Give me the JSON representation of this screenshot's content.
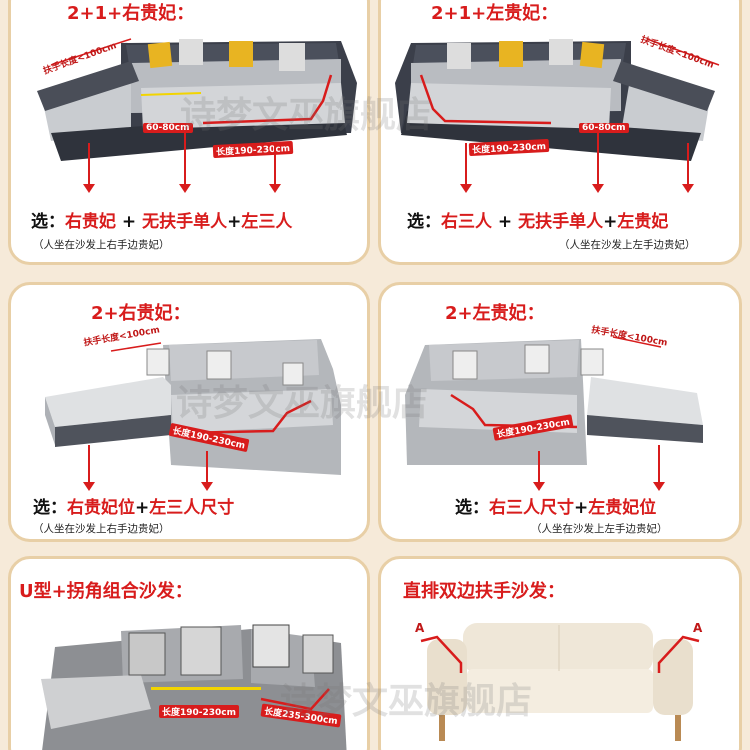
{
  "panels": {
    "p1": {
      "title": "2+1+右贵妃：",
      "dims": {
        "armrest": "扶手长度<100cm",
        "chaise": "60-80cm",
        "length": "长度190-230cm"
      },
      "select_prefix": "选：",
      "select_a": "右贵妃",
      "select_b": "无扶手单人",
      "select_c": "左三人",
      "plus": "+",
      "note": "（人坐在沙发上右手边贵妃）"
    },
    "p2": {
      "title": "2+1+左贵妃：",
      "dims": {
        "armrest": "扶手长度<100cm",
        "chaise": "60-80cm",
        "length": "长度190-230cm"
      },
      "select_prefix": "选：",
      "select_a": "右三人",
      "select_b": "无扶手单人",
      "select_c": "左贵妃",
      "plus": "+",
      "note": "（人坐在沙发上左手边贵妃）"
    },
    "p3": {
      "title": "2+右贵妃：",
      "dims": {
        "armrest": "扶手长度<100cm",
        "length": "长度190-230cm"
      },
      "select_prefix": "选：",
      "select_a": "右贵妃位",
      "select_b": "左三人尺寸",
      "plus": "+",
      "note": "（人坐在沙发上右手边贵妃）"
    },
    "p4": {
      "title": "2+左贵妃：",
      "dims": {
        "armrest": "扶手长度<100cm",
        "length": "长度190-230cm"
      },
      "select_prefix": "选：",
      "select_a": "右三人尺寸",
      "select_b": "左贵妃位",
      "plus": "+",
      "note": "（人坐在沙发上左手边贵妃）"
    },
    "p5": {
      "title": "U型+拐角组合沙发：",
      "dims": {
        "length1": "长度190-230cm",
        "length2": "长度235-300cm"
      }
    },
    "p6": {
      "title": "直排双边扶手沙发：",
      "marker_left": "A",
      "marker_right": "A"
    }
  },
  "watermark": "诗梦文巫旗舰店",
  "colors": {
    "accent": "#d81c1c",
    "frame": "#e8cfa6",
    "background": "#f6ead9"
  }
}
